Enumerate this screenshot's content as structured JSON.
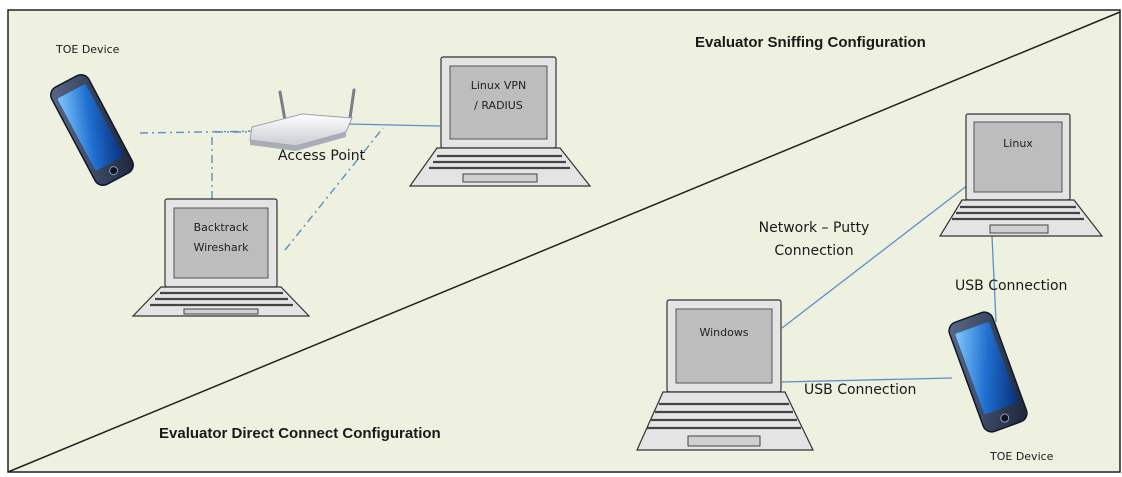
{
  "zones": {
    "sniffing_title": "Evaluator Sniffing Configuration",
    "direct_title": "Evaluator Direct Connect Configuration"
  },
  "devices": {
    "toe_device_top": "TOE Device",
    "toe_device_bottom": "TOE Device",
    "access_point": "Access Point",
    "linux_vpn_line1": "Linux VPN",
    "linux_vpn_line2": "/ RADIUS",
    "backtrack_line1": "Backtrack",
    "backtrack_line2": "Wireshark",
    "linux": "Linux",
    "windows": "Windows"
  },
  "connections": {
    "network_putty_line1": "Network – Putty",
    "network_putty_line2": "Connection",
    "usb_right": "USB Connection",
    "usb_bottom": "USB Connection"
  },
  "colors": {
    "background": "#eef1e0",
    "border": "#222222",
    "wireless_link": "#5b8fc8",
    "wired_link": "#5b8fc8",
    "laptop_frame": "#e4e4e4",
    "laptop_screen": "#bdbdbd"
  }
}
